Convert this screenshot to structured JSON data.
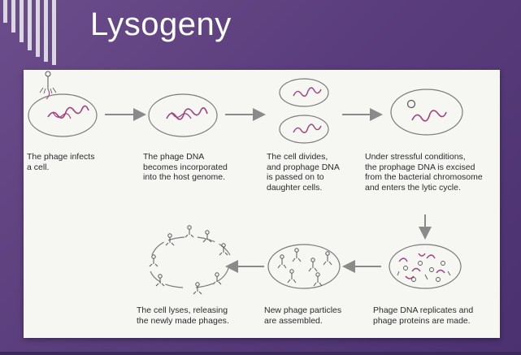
{
  "slide": {
    "title": "Lysogeny"
  },
  "steps": {
    "infect": "The phage infects\na cell.",
    "incorporate": "The phage DNA\nbecomes incorporated\ninto the host genome.",
    "divide": "The cell divides,\nand prophage DNA\nis passed on to\ndaughter cells.",
    "stress": "Under stressful conditions,\nthe prophage DNA is excised\nfrom the bacterial chromosome\nand enters the lytic cycle.",
    "replicate": "Phage DNA replicates and\nphage proteins are made.",
    "assemble": "New phage particles\nare assembled.",
    "lyse": "The cell lyses, releasing\nthe newly made phages."
  },
  "colors": {
    "background": "#5a3d7c",
    "panel": "#f6f6f2",
    "dna": "#a0407a",
    "outline": "#7a7a7a",
    "arrow": "#8a8a8a"
  }
}
